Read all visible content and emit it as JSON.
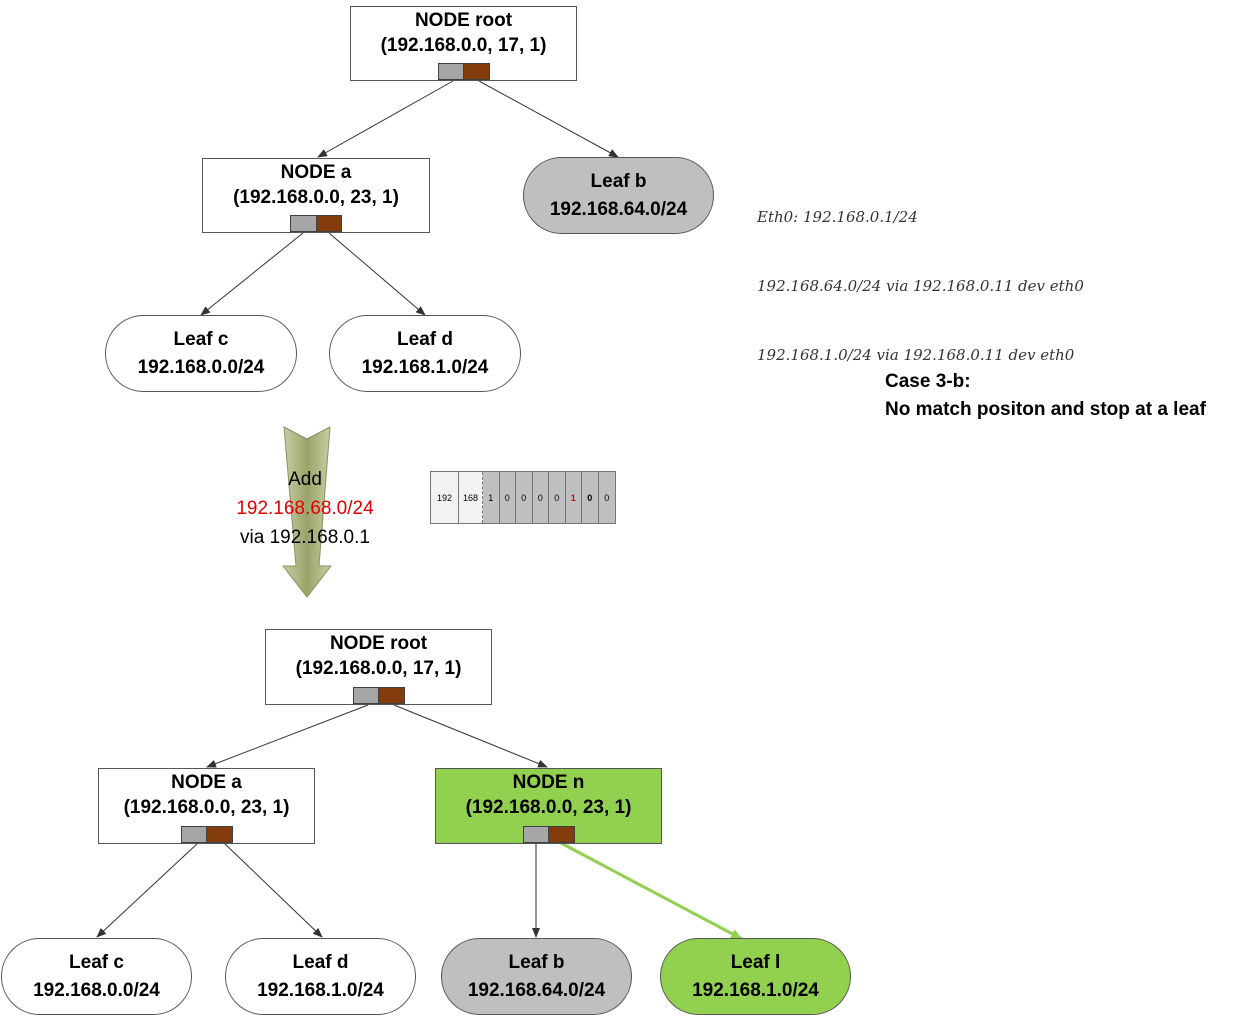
{
  "top": {
    "root": {
      "title": "NODE root",
      "params": "(192.168.0.0, 17, 1)"
    },
    "node_a": {
      "title": "NODE a",
      "params": "(192.168.0.0, 23, 1)"
    },
    "leaf_b": {
      "name": "Leaf b",
      "prefix": "192.168.64.0/24"
    },
    "leaf_c": {
      "name": "Leaf c",
      "prefix": "192.168.0.0/24"
    },
    "leaf_d": {
      "name": "Leaf d",
      "prefix": "192.168.1.0/24"
    }
  },
  "routes": [
    "Eth0: 192.168.0.1/24",
    "192.168.64.0/24 via 192.168.0.11 dev eth0",
    "192.168.1.0/24 via 192.168.0.11 dev eth0"
  ],
  "case": {
    "line1": "Case 3-b:",
    "line2": "No match positon and stop at a leaf"
  },
  "add": {
    "line1": "Add",
    "prefix": "192.168.68.0/24",
    "line3": "via 192.168.0.1"
  },
  "bits": {
    "octets": [
      "192",
      "168"
    ],
    "values": [
      "1",
      "0",
      "0",
      "0",
      "0",
      "1",
      "0",
      "0"
    ]
  },
  "bottom": {
    "root": {
      "title": "NODE root",
      "params": "(192.168.0.0, 17, 1)"
    },
    "node_a": {
      "title": "NODE a",
      "params": "(192.168.0.0, 23, 1)"
    },
    "node_n": {
      "title": "NODE n",
      "params": "(192.168.0.0, 23, 1)"
    },
    "leaf_c": {
      "name": "Leaf c",
      "prefix": "192.168.0.0/24"
    },
    "leaf_d": {
      "name": "Leaf d",
      "prefix": "192.168.1.0/24"
    },
    "leaf_b": {
      "name": "Leaf b",
      "prefix": "192.168.64.0/24"
    },
    "leaf_l": {
      "name": "Leaf l",
      "prefix": "192.168.1.0/24"
    }
  },
  "colors": {
    "node_new": "#92d050",
    "leaf_existing": "#bfbfbf",
    "pointer_left": "#a6a6a6",
    "pointer_right": "#843c0c",
    "new_edge": "#92d050",
    "highlight": "#e00000",
    "arrow_fill": "#b3bb8a"
  }
}
